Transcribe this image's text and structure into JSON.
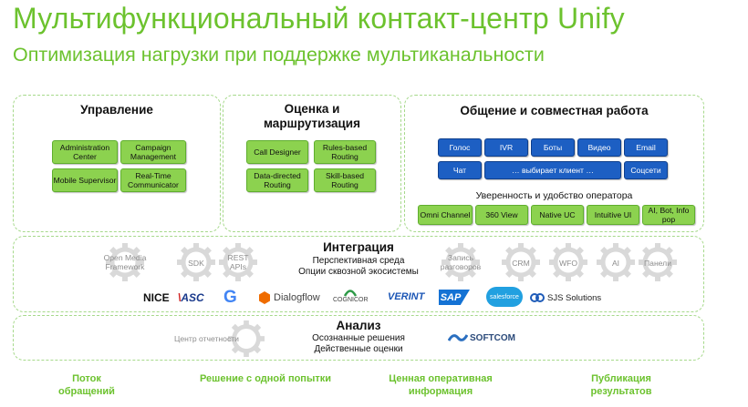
{
  "header": {
    "title": "Мультифункциональный контакт-центр Unify",
    "subtitle": "Оптимизация нагрузки при поддержке мультиканальности"
  },
  "management": {
    "title": "Управление",
    "buttons": [
      "Administration Center",
      "Campaign Management",
      "Mobile Supervisor",
      "Real-Time Communicator"
    ]
  },
  "routing": {
    "title_line1": "Оценка и",
    "title_line2": "маршрутизация",
    "buttons": [
      "Call Designer",
      "Rules-based Routing",
      "Data-directed Routing",
      "Skill-based Routing"
    ]
  },
  "collab": {
    "title": "Общение и совместная работа",
    "channels_row1": [
      "Голос",
      "IVR",
      "Боты",
      "Видео",
      "Email"
    ],
    "channels_row2": [
      "Чат",
      "… выбирает клиент …",
      "Соцсети"
    ],
    "operator_label": "Уверенность и удобство оператора",
    "operator_tools": [
      "Omni Channel",
      "360 View",
      "Native UC",
      "Intuitive UI",
      "AI, Bot, Info pop"
    ]
  },
  "integration": {
    "title": "Интеграция",
    "line1": "Перспективная среда",
    "line2": "Опции сквозной экосистемы",
    "gears_left": [
      "Open Media Framework",
      "SDK",
      "REST APIs"
    ],
    "gears_right": [
      "Запись разговоров",
      "CRM",
      "WFO",
      "AI",
      "Панели"
    ],
    "partners": [
      "NICE",
      "ASC",
      "G",
      "Dialogflow",
      "COGNICOR",
      "VERINT",
      "SAP",
      "salesforce",
      "SJS Solutions"
    ]
  },
  "analysis": {
    "title": "Анализ",
    "gear_label": "Центр отчетности",
    "line1": "Осознанные решения",
    "line2": "Действенные оценки",
    "partner": "SOFTCOM"
  },
  "footer": {
    "items": [
      {
        "line1": "Поток",
        "line2": "обращений"
      },
      {
        "line1": "Решение с одной попытки",
        "line2": ""
      },
      {
        "line1": "Ценная оперативная",
        "line2": "информация"
      },
      {
        "line1": "Публикация",
        "line2": "результатов"
      }
    ]
  },
  "colors": {
    "accent_green": "#6cc22e",
    "button_green": "#8cd24f",
    "button_blue": "#1d5fc3",
    "gear_gray": "#d6d6d6"
  }
}
